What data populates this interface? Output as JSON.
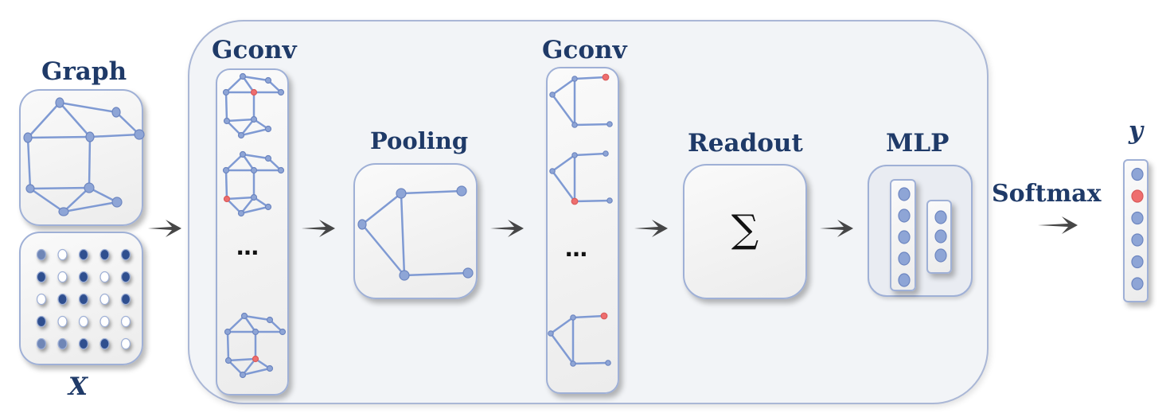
{
  "labels": {
    "graph": "Graph",
    "x": "X",
    "gconv1": "Gconv",
    "pooling": "Pooling",
    "gconv2": "Gconv",
    "readout": "Readout",
    "mlp": "MLP",
    "softmax": "Softmax",
    "y": "y"
  },
  "readout_symbol": "∑",
  "ellipsis": "…",
  "colors": {
    "label": "#1f3a68",
    "node": "#8ea5d6",
    "highlight_node": "#ee6e6e",
    "edge": "#7f9ad3",
    "matrix_dark": "#2f4f8f",
    "matrix_mid": "#6f86b6",
    "matrix_light": "#ffffff"
  },
  "feature_matrix": [
    [
      "mid",
      "light",
      "dark",
      "dark",
      "dark"
    ],
    [
      "dark",
      "light",
      "dark",
      "light",
      "dark"
    ],
    [
      "light",
      "dark",
      "dark",
      "light",
      "dark"
    ],
    [
      "dark",
      "light",
      "light",
      "light",
      "light"
    ],
    [
      "mid",
      "mid",
      "dark",
      "dark",
      "light"
    ]
  ],
  "mlp_layers": [
    5,
    3
  ],
  "output_nodes": 6,
  "output_highlight_index": 1
}
